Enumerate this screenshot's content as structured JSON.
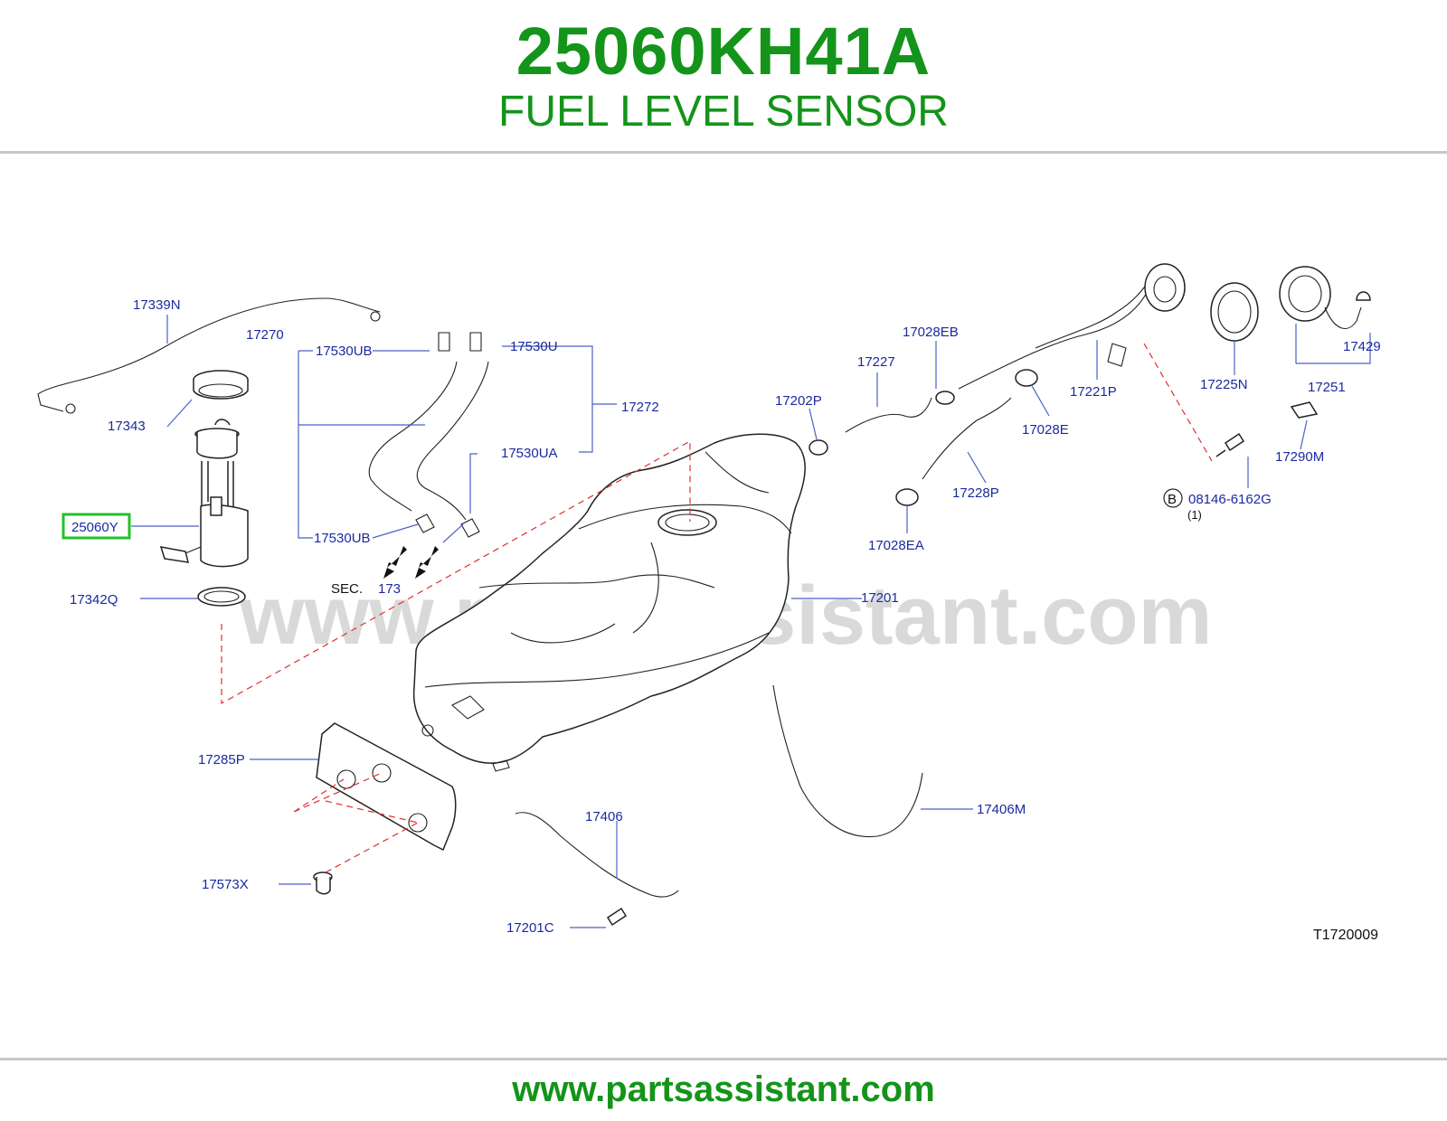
{
  "header": {
    "part_number": "25060KH41A",
    "part_name": "FUEL LEVEL SENSOR"
  },
  "diagram": {
    "watermark": "www.partsassistant.com",
    "diagram_id": "T1720009",
    "highlighted_callout": "25060Y",
    "section_ref": {
      "prefix": "SEC.",
      "number": "173"
    },
    "bolt_marker": {
      "letter": "B",
      "part": "08146-6162G",
      "qty": "(1)"
    },
    "callouts": {
      "c17339N": "17339N",
      "c17270": "17270",
      "c17530UB_top": "17530UB",
      "c17530U": "17530U",
      "c17272": "17272",
      "c17343": "17343",
      "c17530UA": "17530UA",
      "c25060Y": "25060Y",
      "c17530UB_bottom": "17530UB",
      "c17342Q": "17342Q",
      "c17028EB": "17028EB",
      "c17227": "17227",
      "c17202P": "17202P",
      "c17221P": "17221P",
      "c17028E": "17028E",
      "c17228P": "17228P",
      "c17028EA": "17028EA",
      "c17225N": "17225N",
      "c17251": "17251",
      "c17429": "17429",
      "c17290M": "17290M",
      "c17201": "17201",
      "c17285P": "17285P",
      "c17573X": "17573X",
      "c17406": "17406",
      "c17201C": "17201C",
      "c17406M": "17406M"
    },
    "colors": {
      "title": "#14941a",
      "callout_text": "#1a2aa0",
      "highlight": "#22c22a",
      "dashed_line": "#e03030"
    }
  },
  "footer": {
    "url": "www.partsassistant.com"
  }
}
